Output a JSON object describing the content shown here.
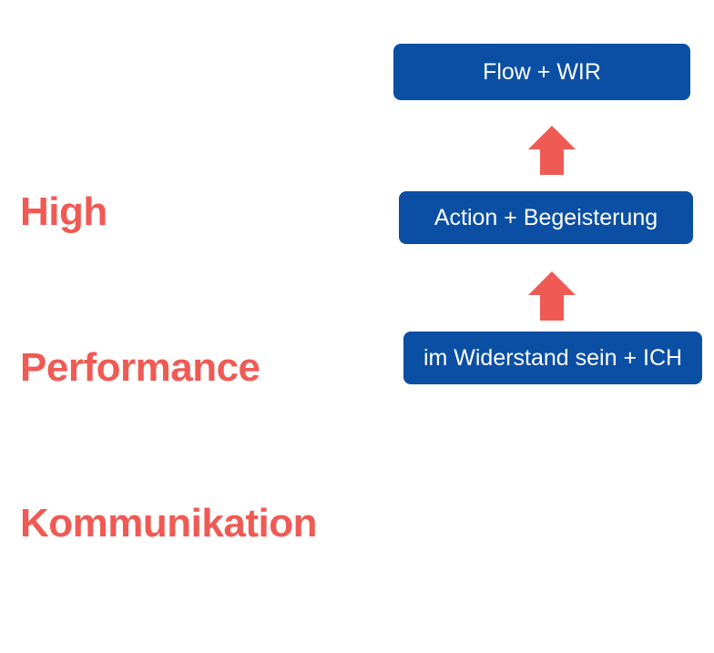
{
  "slide": {
    "background_color": "#ffffff",
    "headline": {
      "color": "#f05a54",
      "lines": [
        "High",
        "Performance",
        "Kommunikation"
      ]
    },
    "diagram": {
      "box_color": "#0b4fa5",
      "box_text_color": "#ffffff",
      "arrow_color": "#f05a54",
      "direction": "bottom-to-top",
      "steps": [
        {
          "label": "Flow + WIR",
          "level": 3
        },
        {
          "label": "Action + Begeisterung",
          "level": 2
        },
        {
          "label": "im Widerstand sein + ICH",
          "level": 1
        }
      ],
      "arrows": [
        {
          "name": "arrow-up-upper",
          "glyph": "arrow-up-icon"
        },
        {
          "name": "arrow-up-lower",
          "glyph": "arrow-up-icon"
        }
      ]
    }
  }
}
